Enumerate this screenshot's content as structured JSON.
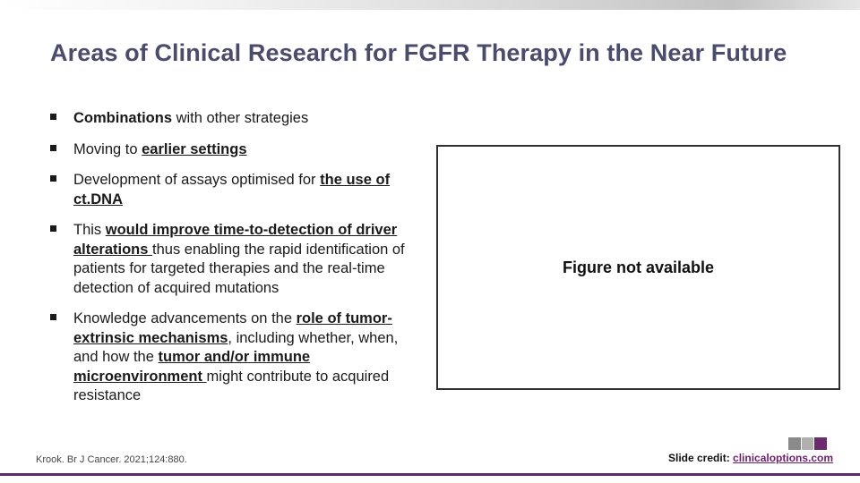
{
  "slide": {
    "title": "Areas of Clinical Research for FGFR Therapy in the Near Future",
    "bullets": [
      {
        "parts": [
          {
            "text": "Combinations",
            "style": "b"
          },
          {
            "text": " with other strategies",
            "style": ""
          }
        ]
      },
      {
        "parts": [
          {
            "text": "Moving to ",
            "style": ""
          },
          {
            "text": "earlier settings",
            "style": "u"
          }
        ]
      },
      {
        "parts": [
          {
            "text": "Development of assays optimised for ",
            "style": ""
          },
          {
            "text": "the use of ct.DNA",
            "style": "u"
          }
        ]
      },
      {
        "parts": [
          {
            "text": "This ",
            "style": ""
          },
          {
            "text": "would improve time-to-detection of driver alterations ",
            "style": "u"
          },
          {
            "text": "thus enabling the rapid identification of patients for targeted therapies and the real-time detection of acquired mutations",
            "style": ""
          }
        ]
      },
      {
        "parts": [
          {
            "text": "Knowledge advancements on the ",
            "style": ""
          },
          {
            "text": "role of tumor-extrinsic mechanisms",
            "style": "u"
          },
          {
            "text": ", including whether, when, and how the ",
            "style": ""
          },
          {
            "text": "tumor and/or immune microenvironment ",
            "style": "u"
          },
          {
            "text": "might contribute to acquired resistance",
            "style": ""
          }
        ]
      }
    ],
    "figure_placeholder": "Figure not available",
    "citation": "Krook. Br J Cancer. 2021;124:880.",
    "credit_label": "Slide credit: ",
    "credit_link": "clinicaloptions.com"
  },
  "colors": {
    "title": "#4b4b6b",
    "accent": "#5e2a6e"
  }
}
